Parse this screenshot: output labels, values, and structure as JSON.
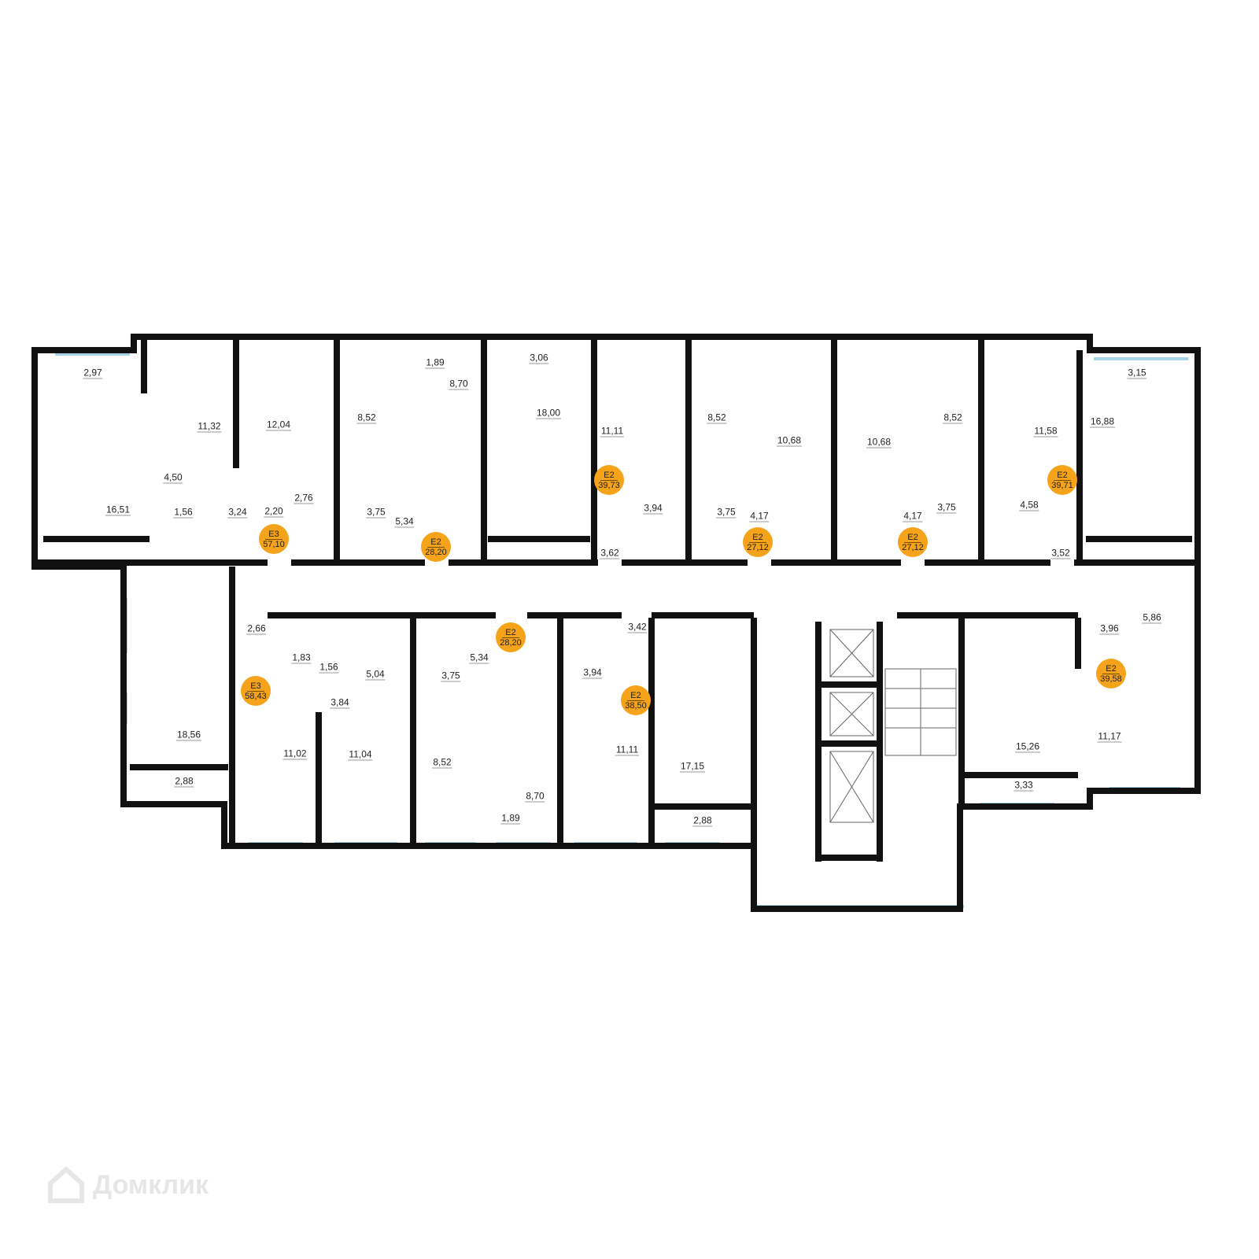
{
  "watermark": "Домклик",
  "colors": {
    "wall": "#111111",
    "window": "#a9d3e6",
    "badge": "#f5a31a"
  },
  "rooms": [
    "2,97",
    "11,32",
    "12,04",
    "8,52",
    "1,89",
    "8,70",
    "3,06",
    "18,00",
    "11,11",
    "8,52",
    "10,68",
    "10,68",
    "8,52",
    "11,58",
    "3,15",
    "16,88",
    "16,51",
    "4,50",
    "1,56",
    "3,24",
    "2,20",
    "2,76",
    "3,75",
    "5,34",
    "3,94",
    "3,75",
    "4,17",
    "4,17",
    "3,75",
    "4,58",
    "3,62",
    "3,52",
    "2,66",
    "1,83",
    "1,56",
    "5,04",
    "3,75",
    "5,34",
    "3,84",
    "3,42",
    "3,94",
    "18,56",
    "11,02",
    "11,04",
    "8,52",
    "8,70",
    "1,89",
    "11,11",
    "17,15",
    "2,88",
    "2,88",
    "3,96",
    "5,86",
    "15,26",
    "11,17",
    "3,33"
  ],
  "apartments": [
    {
      "type": "Е3",
      "area": "57,10"
    },
    {
      "type": "Е2",
      "area": "28,20"
    },
    {
      "type": "Е2",
      "area": "39,73"
    },
    {
      "type": "Е2",
      "area": "27,12"
    },
    {
      "type": "Е2",
      "area": "27,12"
    },
    {
      "type": "Е2",
      "area": "39,71"
    },
    {
      "type": "Е3",
      "area": "58,43"
    },
    {
      "type": "Е2",
      "area": "28,20"
    },
    {
      "type": "Е2",
      "area": "38,50"
    },
    {
      "type": "Е2",
      "area": "39,58"
    }
  ]
}
